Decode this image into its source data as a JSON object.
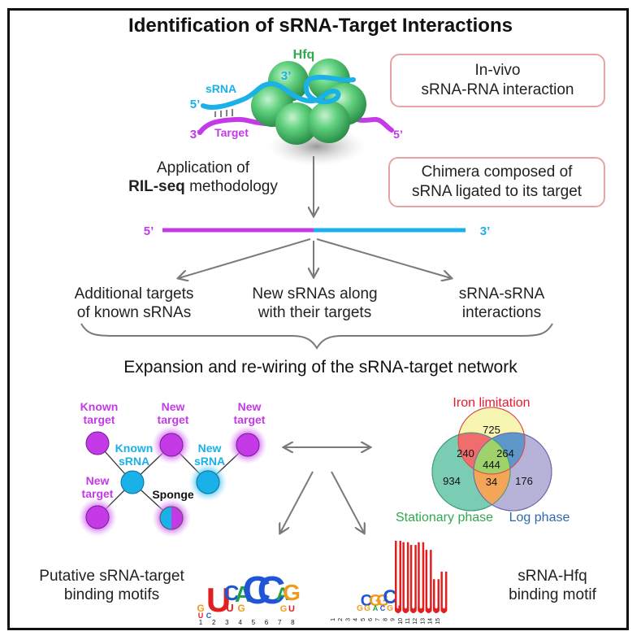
{
  "title": "Identification of sRNA-Target Interactions",
  "top_diagram": {
    "hfq_label": "Hfq",
    "srna_label": "sRNA",
    "target_label": "Target",
    "srna_5": "5’",
    "srna_3": "3’",
    "target_3": "3’",
    "target_5": "5’"
  },
  "boxes": {
    "in_vivo_line1": "In-vivo",
    "in_vivo_line2": "sRNA-RNA interaction",
    "chimera_line1": "Chimera composed of",
    "chimera_line2": "sRNA ligated to its target"
  },
  "method": {
    "line1": "Application of",
    "line2_bold": "RIL-seq",
    "line2_rest": " methodology"
  },
  "chimera": {
    "left_end": "5’",
    "right_end": "3’"
  },
  "outcomes": [
    {
      "line1": "Additional targets",
      "line2": "of known sRNAs"
    },
    {
      "line1": "New sRNAs along",
      "line2": "with their targets"
    },
    {
      "line1": "sRNA-sRNA",
      "line2": "interactions"
    }
  ],
  "subtitle": "Expansion and re-wiring of the sRNA-target network",
  "network": {
    "known_target": [
      "Known",
      "target"
    ],
    "new_target_1": [
      "New",
      "target"
    ],
    "new_target_2": [
      "New",
      "target"
    ],
    "new_target_3": [
      "New",
      "target"
    ],
    "known_srna": [
      "Known",
      "sRNA"
    ],
    "new_srna": [
      "New",
      "sRNA"
    ],
    "sponge": "Sponge"
  },
  "venn": {
    "sets": [
      {
        "name": "Iron limitation",
        "color": "#e8192c"
      },
      {
        "name": "Stationary phase",
        "color": "#2fa84f"
      },
      {
        "name": "Log phase",
        "color": "#2f67b1"
      }
    ],
    "regions": {
      "iron_only": "725",
      "iron_stationary": "240",
      "iron_log": "264",
      "all_three": "444",
      "stationary_only": "934",
      "stationary_log": "34",
      "log_only": "176"
    }
  },
  "motifs": {
    "left_label_line1": "Putative sRNA-target",
    "left_label_line2": "binding motifs",
    "right_label_line1": "sRNA-Hfq",
    "right_label_line2": "binding motif",
    "left_logo": [
      "U",
      "C",
      "A",
      "C",
      "C",
      "A",
      "G"
    ],
    "left_positions": [
      "1",
      "2",
      "3",
      "4",
      "5",
      "6",
      "7",
      "8"
    ],
    "right_positions": [
      "1",
      "2",
      "3",
      "4",
      "5",
      "6",
      "7",
      "8",
      "9",
      "10",
      "11",
      "12",
      "13",
      "14",
      "15"
    ]
  },
  "colors": {
    "srna": "#1ab0e8",
    "target": "#c33ae6",
    "hfq": "#2fb05a",
    "box_border": "#e8a3a3",
    "arrow": "#7a7a7a"
  }
}
